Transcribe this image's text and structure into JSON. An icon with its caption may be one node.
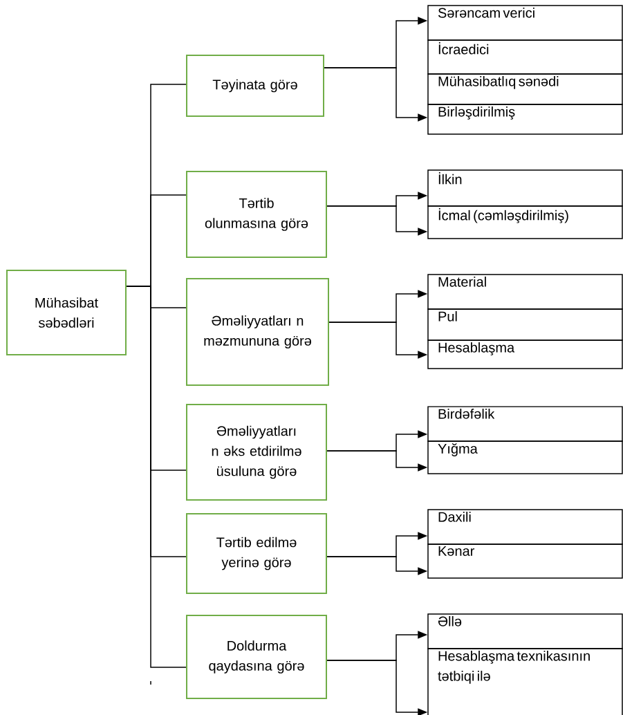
{
  "diagram": {
    "nodes": [
      {
        "text": [
          "Mühasibat səbədləri"
        ]
      },
      {
        "text": [
          "Təyinata görə"
        ]
      },
      {
        "text": [
          "Tərtib olunmasına görə"
        ]
      },
      {
        "text": [
          "Əməliyyatları n məzmununa görə"
        ]
      },
      {
        "text": [
          "Əməliyyatları n əks etdirilmə üsuluna görə"
        ]
      },
      {
        "text": [
          "Tərtib edilmə yerinə görə"
        ]
      },
      {
        "text": [
          "Doldurma qaydasına görə"
        ]
      },
      {
        "text": [
          "Sərəncam verici"
        ]
      },
      {
        "text": [
          "İcraedici"
        ]
      },
      {
        "text": [
          "Mühasibatlıq sənədi"
        ]
      },
      {
        "text": [
          "Birləşdirilmiş"
        ]
      },
      {
        "text": [
          "İlkin"
        ]
      },
      {
        "text": [
          "İcmal (cəmləşdirilmiş)"
        ]
      },
      {
        "text": [
          "Material"
        ]
      },
      {
        "text": [
          "Pul"
        ]
      },
      {
        "text": [
          "Hesablaşma"
        ]
      },
      {
        "text": [
          "Birdəfəlik"
        ]
      },
      {
        "text": [
          "Yığma"
        ]
      },
      {
        "text": [
          "Daxili"
        ]
      },
      {
        "text": [
          "Kənar"
        ]
      },
      {
        "text": [
          "Əllə"
        ]
      },
      {
        "text": [
          "Hesablaşma texnikasının tətbiqi ilə"
        ]
      }
    ],
    "edges": [
      {
        "from": 0,
        "to": 1,
        "arrow": "none"
      },
      {
        "from": 0,
        "to": 2,
        "arrow": "none"
      },
      {
        "from": 0,
        "to": 3,
        "arrow": "none"
      },
      {
        "from": 0,
        "to": 4,
        "arrow": "none"
      },
      {
        "from": 0,
        "to": 5,
        "arrow": "none"
      },
      {
        "from": 0,
        "to": 6,
        "arrow": "none"
      },
      {
        "from": 1,
        "to": 7,
        "arrow": "to"
      },
      {
        "from": 1,
        "to": 10,
        "arrow": "to"
      },
      {
        "from": 2,
        "to": 11,
        "arrow": "to"
      },
      {
        "from": 2,
        "to": 12,
        "arrow": "to"
      },
      {
        "from": 3,
        "to": 13,
        "arrow": "to"
      },
      {
        "from": 3,
        "to": 15,
        "arrow": "to"
      },
      {
        "from": 4,
        "to": 16,
        "arrow": "to"
      },
      {
        "from": 4,
        "to": 17,
        "arrow": "to"
      },
      {
        "from": 5,
        "to": 18,
        "arrow": "to"
      },
      {
        "from": 5,
        "to": 19,
        "arrow": "to"
      },
      {
        "from": 6,
        "to": 20,
        "arrow": "to"
      },
      {
        "from": 6,
        "to": 21,
        "arrow": "to"
      }
    ]
  }
}
